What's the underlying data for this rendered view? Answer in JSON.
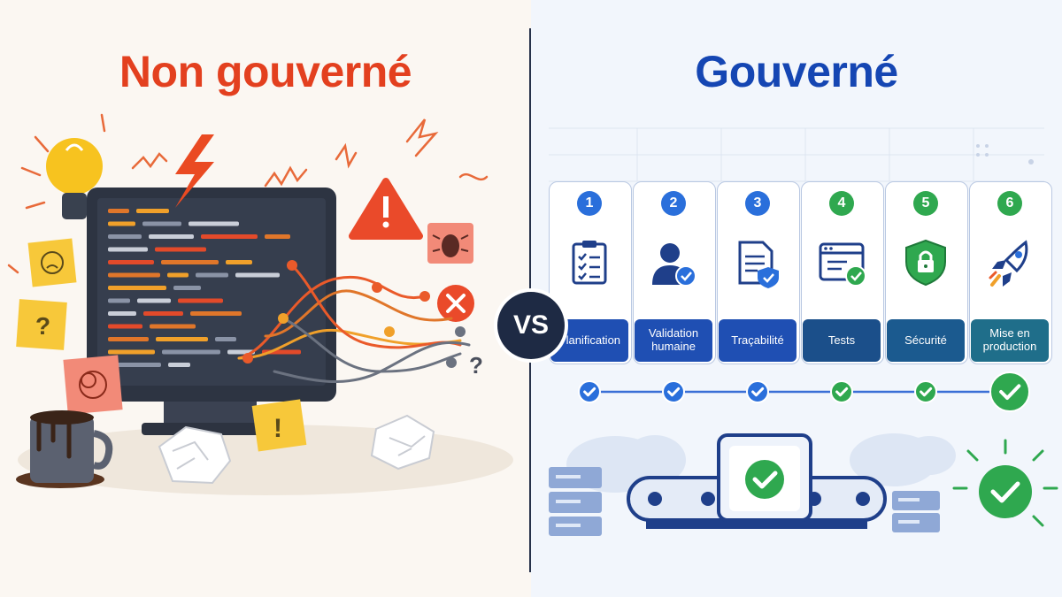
{
  "left": {
    "title": "Non gouverné",
    "sticky_icons": [
      "sad-face",
      "question-mark",
      "tangle",
      "exclamation"
    ],
    "icons": [
      "lightbulb-icon",
      "lightning-icon",
      "warning-icon",
      "bug-icon",
      "error-x-icon",
      "coffee-mug-icon",
      "crumpled-paper-icon"
    ]
  },
  "vs_label": "VS",
  "right": {
    "title": "Gouverné",
    "steps": [
      {
        "number": "1",
        "label": "Planification",
        "icon": "clipboard-checklist-icon",
        "color": "#1f4fb3"
      },
      {
        "number": "2",
        "label": "Validation humaine",
        "icon": "user-check-icon",
        "color": "#1f4fb3"
      },
      {
        "number": "3",
        "label": "Traçabilité",
        "icon": "document-shield-icon",
        "color": "#1f4fb3"
      },
      {
        "number": "4",
        "label": "Tests",
        "icon": "browser-check-icon",
        "color": "#1b4f8a"
      },
      {
        "number": "5",
        "label": "Sécurité",
        "icon": "shield-lock-icon",
        "color": "#1b5a8f"
      },
      {
        "number": "6",
        "label": "Mise en production",
        "icon": "rocket-icon",
        "color": "#1f6e8a"
      }
    ]
  },
  "colors": {
    "left_accent": "#e3401f",
    "right_accent": "#1546b3",
    "green_check": "#2fa84f",
    "blue_check": "#2a6fdb"
  }
}
